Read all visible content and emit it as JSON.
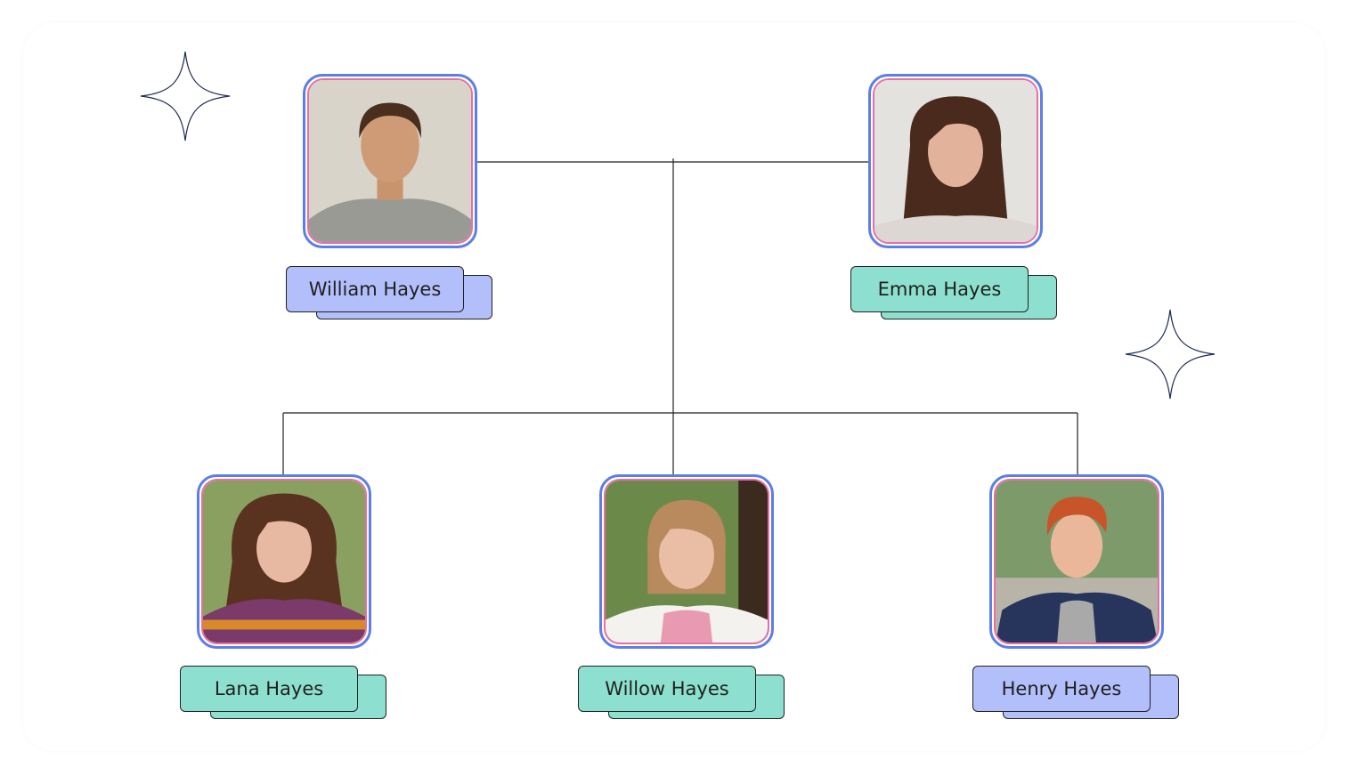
{
  "family": {
    "parents": [
      {
        "id": "william",
        "name": "William Hayes",
        "label_color": "#b3bffb",
        "portrait": "adult-man-portrait"
      },
      {
        "id": "emma",
        "name": "Emma Hayes",
        "label_color": "#8de0cf",
        "portrait": "adult-woman-portrait"
      }
    ],
    "children": [
      {
        "id": "lana",
        "name": "Lana Hayes",
        "label_color": "#8de0cf",
        "portrait": "girl-portrait"
      },
      {
        "id": "willow",
        "name": "Willow Hayes",
        "label_color": "#8de0cf",
        "portrait": "girl-portrait"
      },
      {
        "id": "henry",
        "name": "Henry Hayes",
        "label_color": "#b3bffb",
        "portrait": "boy-portrait"
      }
    ]
  },
  "colors": {
    "frame_outer": "#5b7fe6",
    "frame_inner": "#e56fa8",
    "connector": "#222222"
  },
  "decorations": [
    "sparkle-icon",
    "sparkle-icon"
  ]
}
